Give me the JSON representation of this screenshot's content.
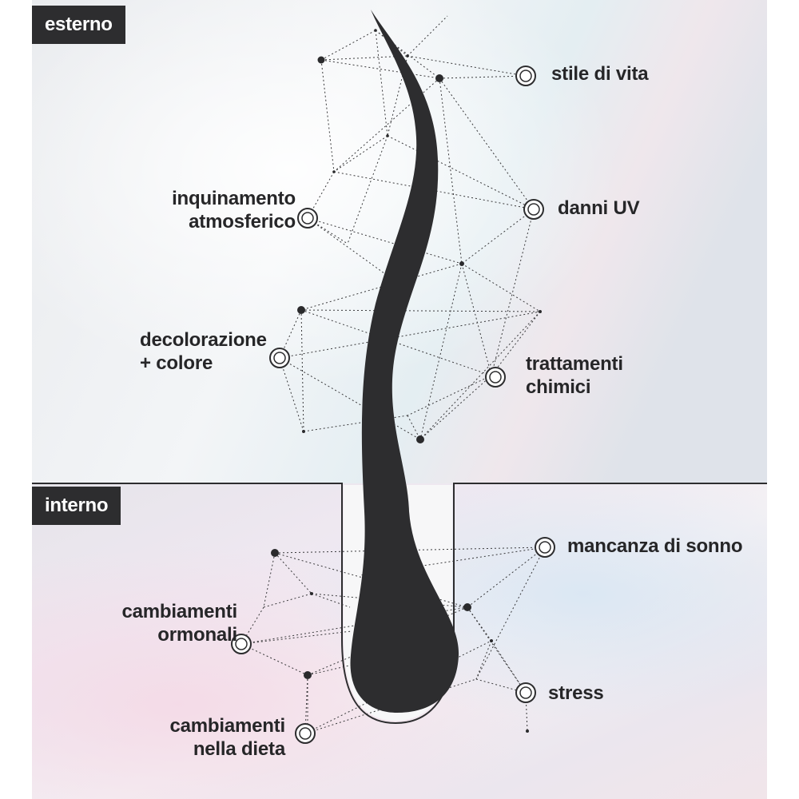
{
  "sections": {
    "external": "esterno",
    "internal": "interno"
  },
  "factors": {
    "stile_di_vita": "stile di vita",
    "inquinamento_1": "inquinamento",
    "inquinamento_2": "atmosferico",
    "danni_uv": "danni UV",
    "decolorazione_1": "decolorazione",
    "decolorazione_2": "+ colore",
    "trattamenti_1": "trattamenti",
    "trattamenti_2": "chimici",
    "mancanza_sonno": "mancanza di sonno",
    "ormonali_1": "cambiamenti",
    "ormonali_2": "ormonali",
    "stress": "stress",
    "dieta_1": "cambiamenti",
    "dieta_2": "nella dieta"
  },
  "colors": {
    "hair": "#2d2d2f",
    "tag_bg": "#2d2d2f",
    "text": "#262628",
    "scalp_line": "#2d2d2f"
  }
}
